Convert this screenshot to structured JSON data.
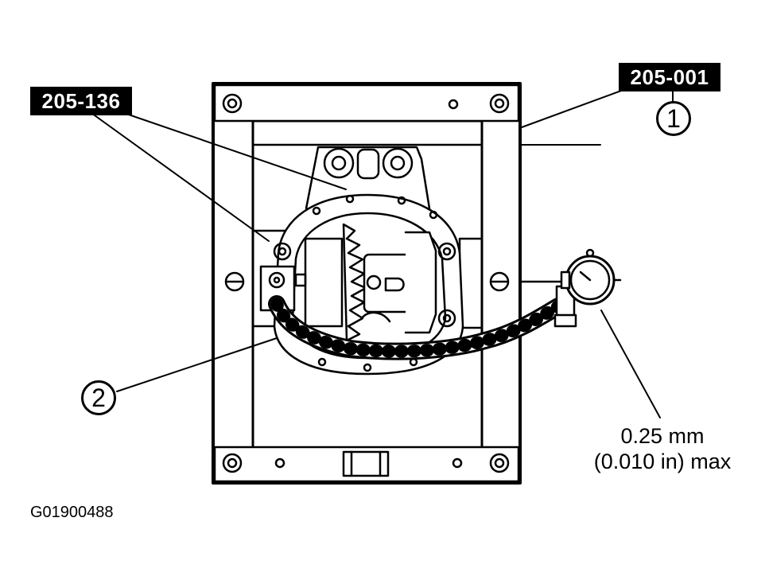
{
  "tools": {
    "left_tag": "205-136",
    "right_tag": "205-001"
  },
  "callouts": {
    "one": "1",
    "two": "2"
  },
  "spec": {
    "line1": "0.25 mm",
    "line2": "(0.010 in) max"
  },
  "figure_id": "G01900488"
}
